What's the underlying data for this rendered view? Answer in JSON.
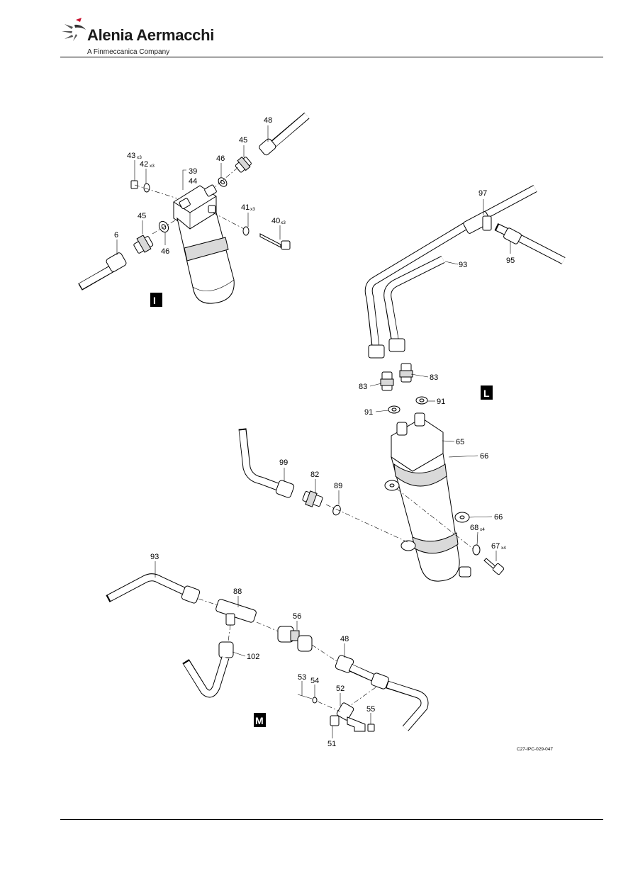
{
  "header": {
    "company": "Alenia Aermacchi",
    "tagline": "A Finmeccanica Company"
  },
  "figure_ref": "C27-IPC-029-047",
  "views": {
    "I": "I",
    "L": "L",
    "M": "M"
  },
  "callouts": {
    "c48a": "48",
    "c45a": "45",
    "c46a": "46",
    "c43": "43",
    "c43q": "x3",
    "c42": "42",
    "c42q": "x3",
    "c39": "39",
    "c44": "44",
    "c41": "41",
    "c41q": "x3",
    "c40": "40",
    "c40q": "x3",
    "c45b": "45",
    "c6": "6",
    "c46b": "46",
    "c97": "97",
    "c93a": "93",
    "c95": "95",
    "c83a": "83",
    "c83b": "83",
    "c91a": "91",
    "c91b": "91",
    "c65": "65",
    "c66a": "66",
    "c66b": "66",
    "c99": "99",
    "c82": "82",
    "c89": "89",
    "c68": "68",
    "c68q": "x4",
    "c67": "67",
    "c67q": "x4",
    "c93b": "93",
    "c88": "88",
    "c56": "56",
    "c48b": "48",
    "c102": "102",
    "c53": "53",
    "c54": "54",
    "c52": "52",
    "c55": "55",
    "c51": "51"
  }
}
